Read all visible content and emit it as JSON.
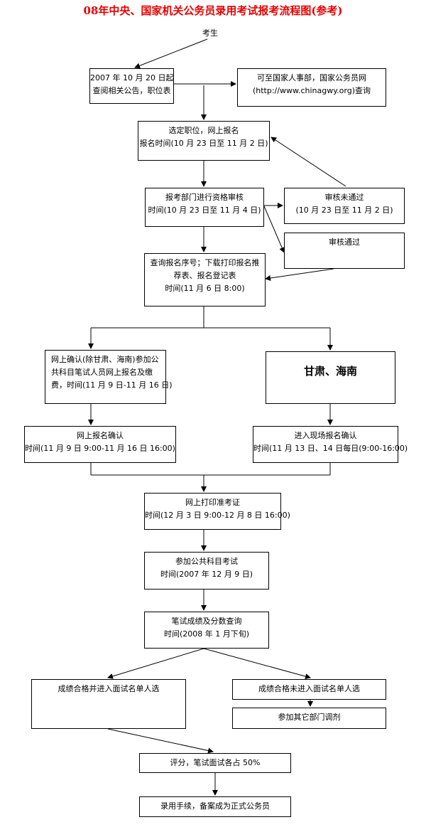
{
  "title": "08年中央、国家机关公务员录用考试报考流程图(参考)",
  "start_label": "考生",
  "nodes": {
    "announcement": [
      "2007 年 10 月 20 日起",
      "查阅相关公告，职位表"
    ],
    "website": [
      "可至国家人事部，国家公务员网",
      "(http://www.chinagwy.org)查询"
    ],
    "apply": [
      "选定职位，网上报名",
      "报名时间(10 月 23 日至 11 月 2 日)"
    ],
    "review": [
      "报考部门进行资格审核",
      "时间(10 月 23 日至 11 月 4 日)"
    ],
    "review_fail": [
      "审核未通过",
      "(10 月 23 日至 11 月 2 日)"
    ],
    "review_pass": [
      "审核通过"
    ],
    "query_seq": [
      "查询报名序号；下载打印报名推",
      "荐表、报名登记表",
      "时间(11 月 6 日 8:00)"
    ],
    "online_confirm_pay": [
      "网上确认(除甘肃、海南)参加公",
      "共科目笔试人员网上报名及缴",
      "费，时间(11 月 9 日-11 月 16 日)"
    ],
    "gansu_hainan": [
      "甘肃、海南"
    ],
    "online_confirm": [
      "网上报名确认",
      "时间(11 月 9 日 9:00-11 月 16 日 16:00)"
    ],
    "onsite_confirm": [
      "进入现场报名确认",
      "时间(11 月 13 日、14 日每日(9:00-16:00)"
    ],
    "print_ticket": [
      "网上打印准考证",
      "时间(12 月 3 日 9:00-12 月 8 日 16:00)"
    ],
    "exam": [
      "参加公共科目考试",
      "时间(2007 年 12 月 9 日)"
    ],
    "score": [
      "笔试成绩及分数查询",
      "时间(2008 年 1 月下旬)"
    ],
    "pass_interview": [
      "成绩合格并进入面试名单人选"
    ],
    "fail_interview": [
      "成绩合格未进入面试名单人选"
    ],
    "adjust": [
      "参加其它部门调剂"
    ],
    "rating": [
      "评分，笔试面试各占 50%"
    ],
    "hire": [
      "录用手续，备案成为正式公务员"
    ]
  }
}
